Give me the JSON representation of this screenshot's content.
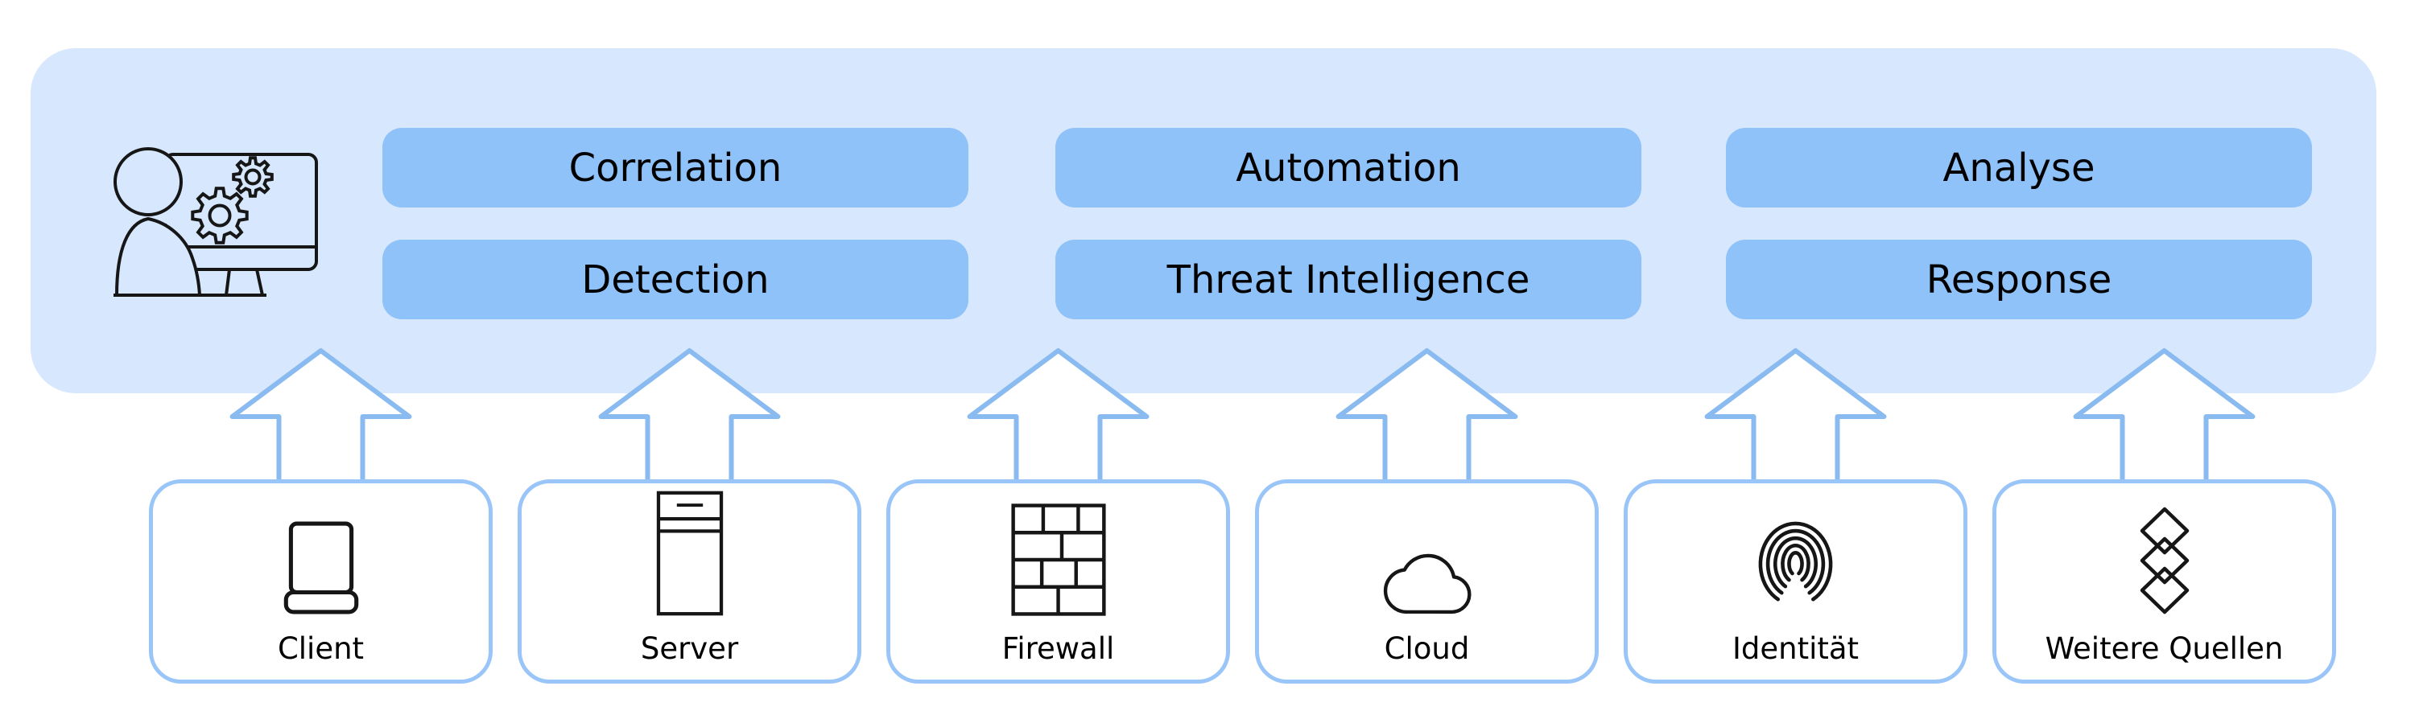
{
  "diagram": {
    "platform": {
      "capabilities": [
        {
          "label": "Correlation"
        },
        {
          "label": "Automation"
        },
        {
          "label": "Analyse"
        },
        {
          "label": "Detection"
        },
        {
          "label": "Threat Intelligence"
        },
        {
          "label": "Response"
        }
      ],
      "analyst_icon": "analyst-workstation-icon"
    },
    "sources": [
      {
        "label": "Client",
        "icon": "laptop-icon"
      },
      {
        "label": "Server",
        "icon": "server-icon"
      },
      {
        "label": "Firewall",
        "icon": "firewall-icon"
      },
      {
        "label": "Cloud",
        "icon": "cloud-icon"
      },
      {
        "label": "Identität",
        "icon": "fingerprint-icon"
      },
      {
        "label": "Weitere Quellen",
        "icon": "layers-icon"
      }
    ],
    "colors": {
      "panel_fill": "#d7e7fd",
      "pill_fill": "#8fc2f9",
      "box_border": "#9ac5f8",
      "arrow_stroke": "#89baf0",
      "icon_ink": "#161616",
      "text": "#000000",
      "background": "#ffffff"
    }
  }
}
